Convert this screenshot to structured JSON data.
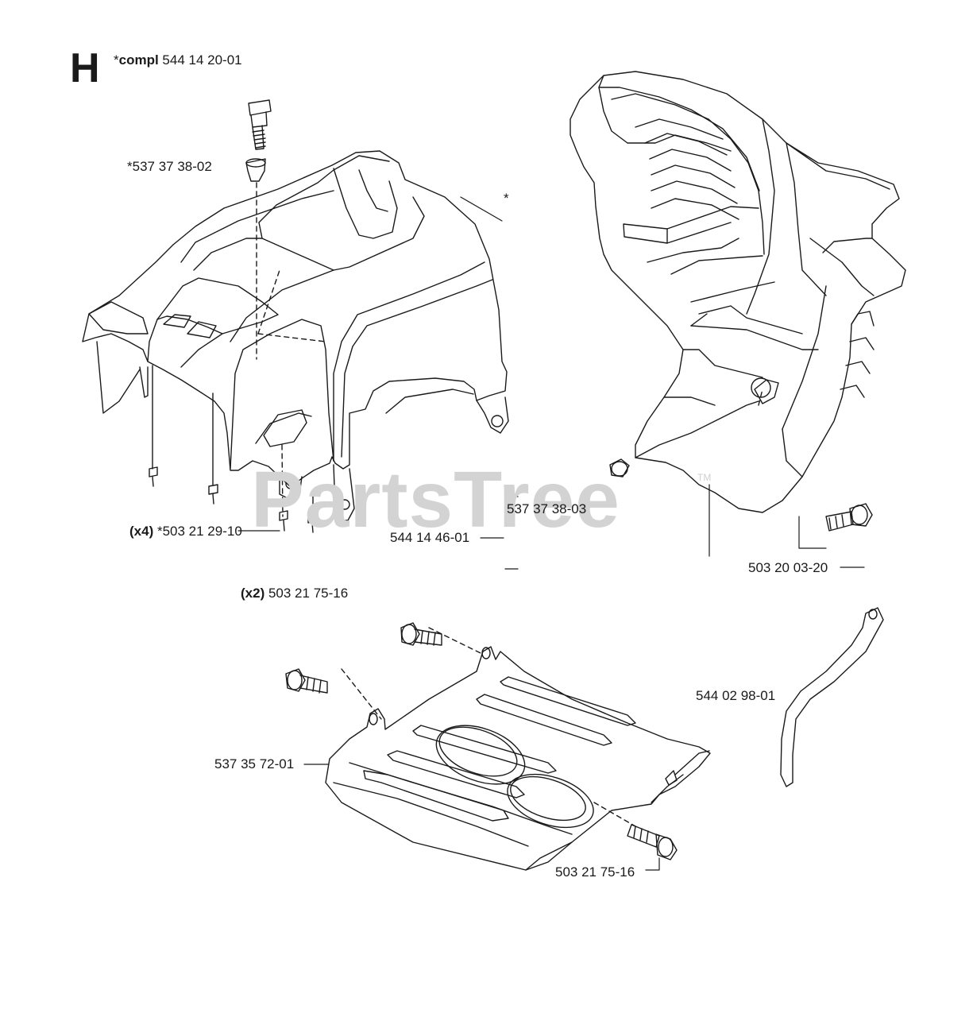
{
  "header": {
    "section_letter": "H",
    "compl_prefix": "*",
    "compl_word": "compl",
    "compl_number": "544 14 20-01"
  },
  "watermark": {
    "text": "PartsTree",
    "trademark": "TM"
  },
  "labels": {
    "star_marker": "*",
    "part_537_37_38_02": "*537 37 38-02",
    "qty_x4": "(x4)",
    "part_503_21_29_10": "*503 21 29-10",
    "part_537_37_38_03": "537 37 38-03",
    "part_544_14_46_01": "544 14 46-01",
    "part_503_20_03_20": "503 20 03-20",
    "qty_x2": "(x2)",
    "part_503_21_75_16_top": "503 21 75-16",
    "part_544_02_98_01": "544 02 98-01",
    "part_537_35_72_01": "537 35 72-01",
    "part_503_21_75_16_bottom": "503 21 75-16"
  }
}
